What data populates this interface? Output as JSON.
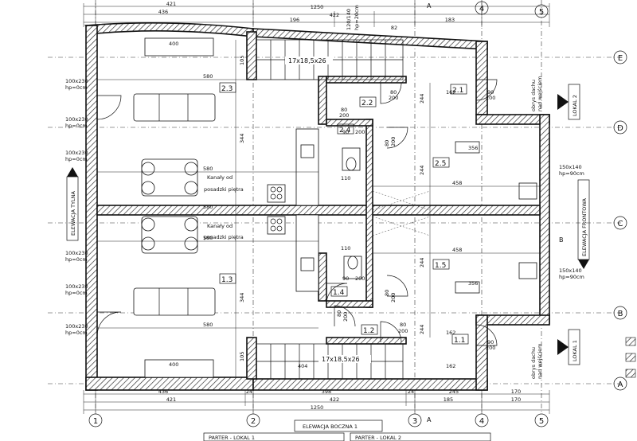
{
  "grid": {
    "columns": [
      "1",
      "2",
      "3",
      "4",
      "5"
    ],
    "rows": [
      "A",
      "B",
      "C",
      "D",
      "E"
    ]
  },
  "dims_top": {
    "total": "1250",
    "a": "421",
    "b": "436",
    "c": "422",
    "d": "196",
    "e": "82",
    "f": "183",
    "g": "120/140",
    "g2": "hp=20cm"
  },
  "dims_bottom": {
    "a": "436",
    "b": "24",
    "c": "398",
    "d": "24",
    "e": "245",
    "f": "170",
    "g": "421",
    "h": "422",
    "i": "185",
    "j": "170",
    "total": "1250"
  },
  "windows_left": [
    {
      "size": "100x230",
      "hp": "hp=0cm"
    },
    {
      "size": "100x230",
      "hp": "hp=0cm"
    },
    {
      "size": "100x230",
      "hp": "hp=0cm"
    },
    {
      "size": "100x230",
      "hp": "hp=0cm"
    },
    {
      "size": "100x230",
      "hp": "hp=0cm"
    },
    {
      "size": "100x230",
      "hp": "hp=0cm"
    }
  ],
  "windows_right": [
    {
      "size": "150x140",
      "hp": "hp=90cm"
    },
    {
      "size": "150x140",
      "hp": "hp=90cm"
    }
  ],
  "rooms": {
    "r23": "2.3",
    "r22": "2.2",
    "r24": "2.4",
    "r25": "2.5",
    "r21": "2.1",
    "r13": "1.3",
    "r14": "1.4",
    "r15": "1.5",
    "r12": "1.2",
    "r11": "1.1"
  },
  "doors": {
    "d8080a": "80",
    "d8080a2": "200",
    "d8080b": "80",
    "d8080b2": "200",
    "d90a": "90",
    "d90a2": "200",
    "d90b": "90",
    "d90b2": "200",
    "d80c": "80",
    "d80c2": "200",
    "d80d": "80",
    "d80d2": "200",
    "d80e": "80",
    "d80e2": "200",
    "d80f": "80",
    "d80f2": "200",
    "d90c": "90",
    "d90c2": "200",
    "d90d": "90",
    "d90d2": "200"
  },
  "labels": {
    "duct1a": "Kanały od",
    "duct1b": "posadzki piętra",
    "duct2a": "Kanały od",
    "duct2b": "posadzki piętra",
    "stairs_top": "17x18,5x26",
    "stairs_bot": "17x18,5x26",
    "dim580a": "580",
    "dim580b": "580",
    "dim580c": "580",
    "dim580d": "580",
    "dim580e": "580",
    "dim110a": "110",
    "dim110b": "110",
    "dim458a": "458",
    "dim458b": "458",
    "dim244a": "244",
    "dim244b": "244",
    "dim244c": "244",
    "dim244d": "244",
    "dim162a": "162",
    "dim162b": "162",
    "dim162c": "162",
    "dim404": "404",
    "dim400a": "400",
    "dim400b": "400",
    "dim105a": "105",
    "dim105b": "105",
    "dim344a": "344",
    "dim344b": "344",
    "dim356a": "356",
    "dim356b": "356",
    "roof1": "obrys dachu",
    "roof1b": "nad wejściem",
    "roof2": "obrys dachu",
    "roof2b": "nad wejściem",
    "el_left": "ELEWACJA TYLNA",
    "el_right": "ELEWACJA FRONTOWA",
    "el_bottom": "ELEWACJA BOCZNA 1",
    "lokal2": "LOKAL 2",
    "lokal1": "LOKAL 1",
    "cutA": "A",
    "cutB": "B",
    "cutC": "C",
    "table1": "PARTER - LOKAL 1",
    "table2": "PARTER - LOKAL 2"
  }
}
